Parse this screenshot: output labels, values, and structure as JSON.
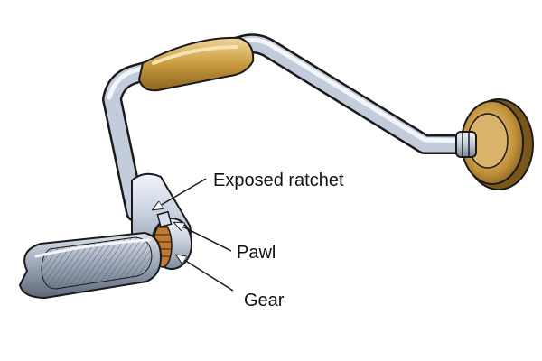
{
  "callouts": [
    {
      "id": "exposed-ratchet",
      "label": "Exposed ratchet"
    },
    {
      "id": "pawl",
      "label": "Pawl"
    },
    {
      "id": "gear",
      "label": "Gear"
    }
  ],
  "colors": {
    "background": "#ffffff",
    "steel_light": "#e4eaf3",
    "steel_mid": "#aeb9cc",
    "steel_dark": "#6e7a90",
    "wood_light": "#e2c283",
    "wood_mid": "#c79a3d",
    "wood_dark": "#8a6420",
    "copper": "#c07a33",
    "outline": "#1a1a1a"
  }
}
